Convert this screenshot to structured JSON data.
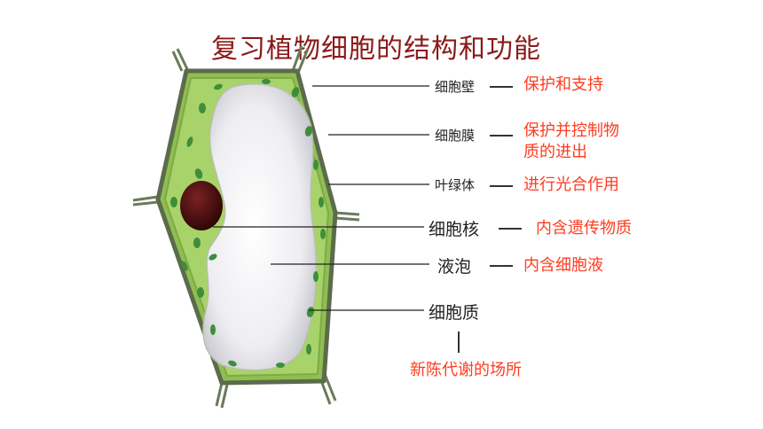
{
  "title": "复习植物细胞的结构和功能",
  "parts": [
    {
      "name": "细胞壁",
      "function": "保护和支持"
    },
    {
      "name": "细胞膜",
      "function_lines": [
        "保护并控制物",
        "质的进出"
      ]
    },
    {
      "name": "叶绿体",
      "function": "进行光合作用"
    },
    {
      "name": "细胞核",
      "function": "内含遗传物质"
    },
    {
      "name": "液泡",
      "function": "内含细胞液"
    },
    {
      "name": "细胞质",
      "function": "新陈代谢的场所"
    }
  ],
  "colors": {
    "title": "#8B1A1A",
    "function_text": "#FF3B1F",
    "cytoplasm": "#A8D36A",
    "chloroplast": "#3E8E3A",
    "nucleus": "#4A1010",
    "vacuole": "#E6E6EA"
  }
}
